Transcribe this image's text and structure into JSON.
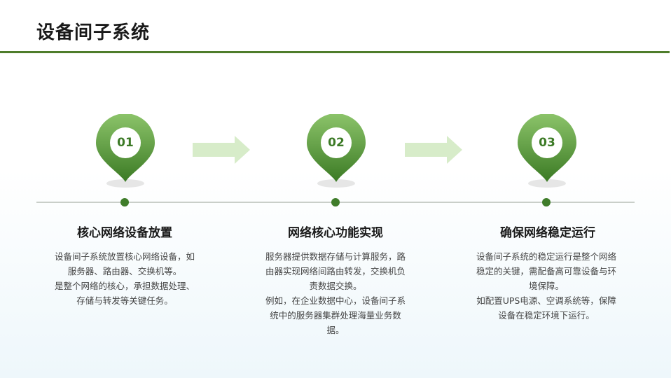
{
  "page": {
    "title": "设备间子系统"
  },
  "colors": {
    "accent": "#4f7d2b",
    "pin_top": "#8cc46a",
    "pin_bottom": "#3b7a24",
    "arrow": "#d7ecc9"
  },
  "steps": [
    {
      "number": "01",
      "title": "核心网络设备放置",
      "desc": [
        "设备间子系统放置核心网络设备，如服务器、路由器、交换机等。",
        "是整个网络的核心，承担数据处理、存储与转发等关键任务。"
      ]
    },
    {
      "number": "02",
      "title": "网络核心功能实现",
      "desc": [
        "服务器提供数据存储与计算服务，路由器实现网络间路由转发，交换机负责数据交换。",
        "例如，在企业数据中心，设备间子系统中的服务器集群处理海量业务数据。"
      ]
    },
    {
      "number": "03",
      "title": "确保网络稳定运行",
      "desc": [
        "设备间子系统的稳定运行是整个网络稳定的关键，需配备高可靠设备与环境保障。",
        "如配置UPS电源、空调系统等，保障设备在稳定环境下运行。"
      ]
    }
  ],
  "icons": {
    "pin": "map-pin-icon",
    "arrow": "arrow-right-icon"
  }
}
